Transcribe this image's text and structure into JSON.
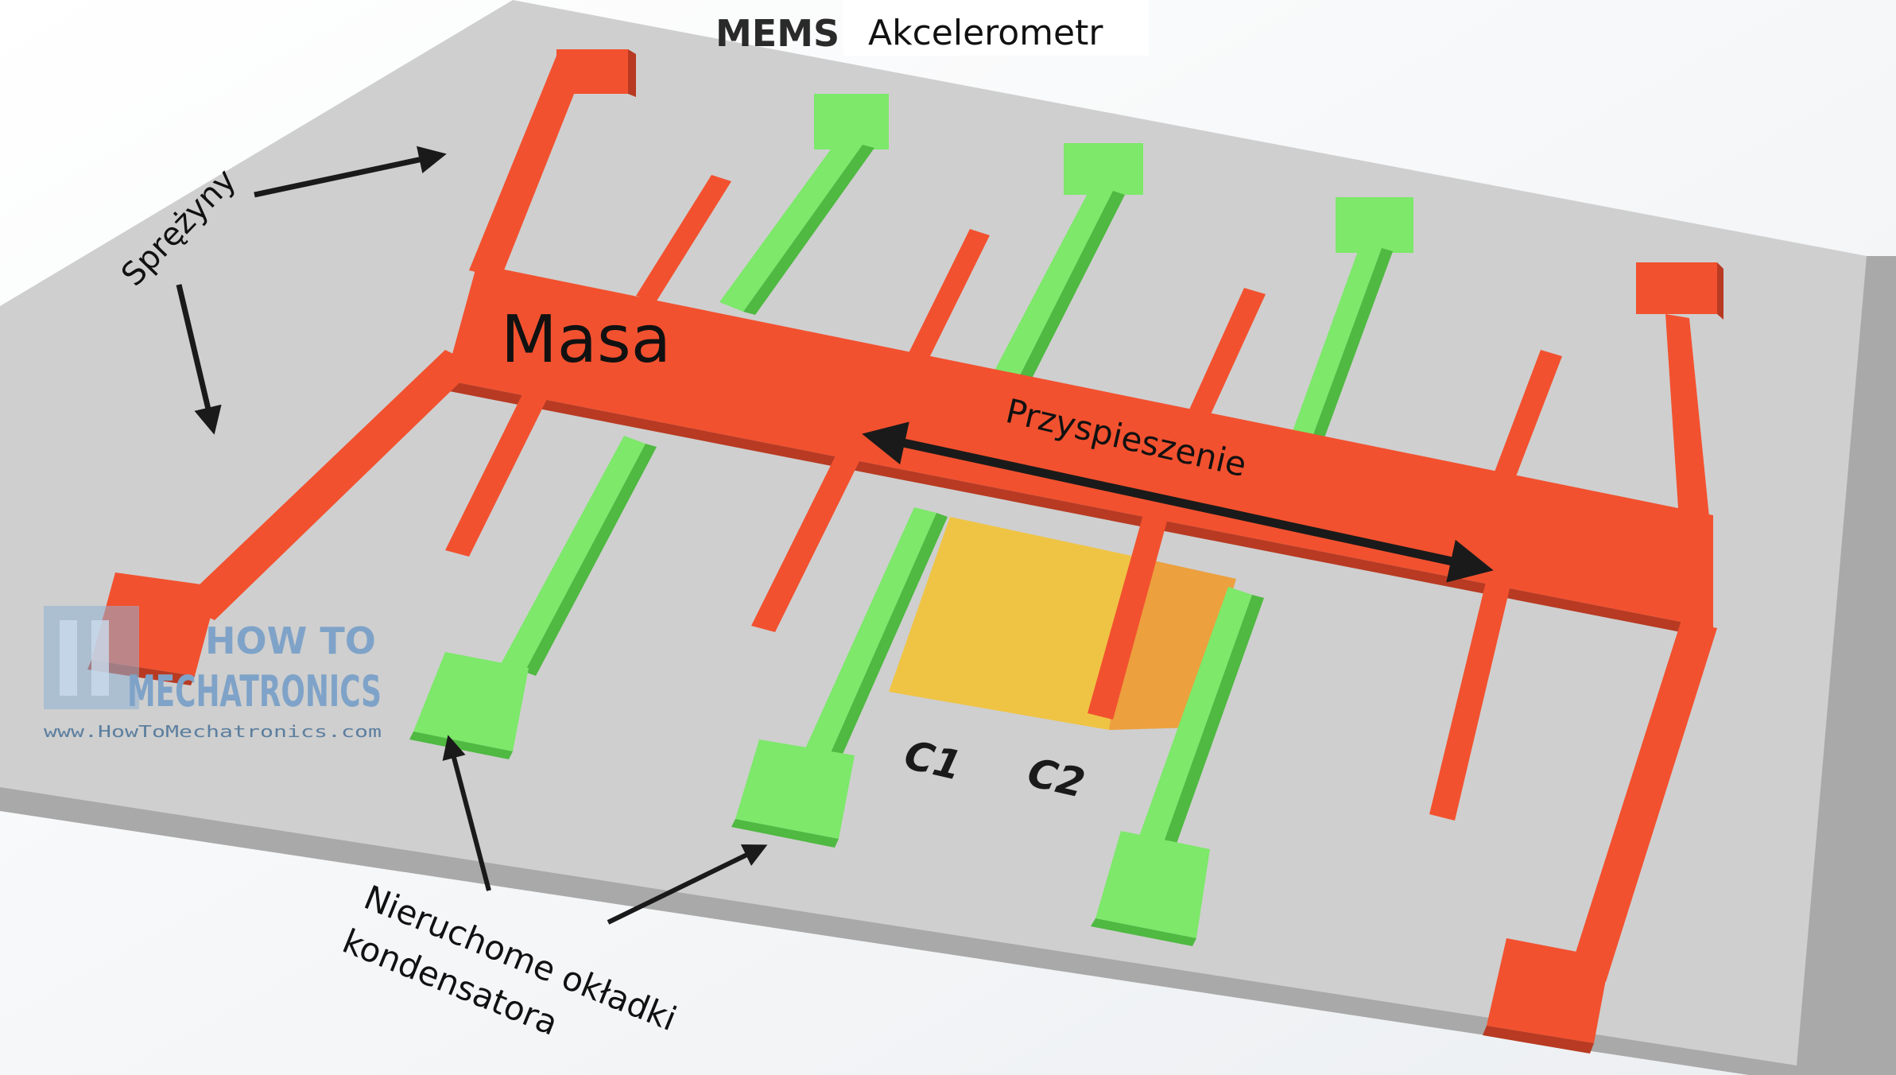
{
  "title": {
    "bold": "MEMS",
    "rest": "Akcelerometr"
  },
  "labels": {
    "mass": "Masa",
    "springs": "Sprężyny",
    "acceleration": "Przyspieszenie",
    "fixed_plates_line1": "Nieruchome okładki",
    "fixed_plates_line2": "kondensatora",
    "c1": "C1",
    "c2": "C2"
  },
  "watermark": {
    "line1": "HOW TO",
    "line2": "MECHATRONICS",
    "url": "www.HowToMechatronics.com"
  },
  "colors": {
    "moving_mass": "#f2512f",
    "fixed_plates": "#7de86a",
    "substrate": "#cfcfcf",
    "capacitor_c1": "#f4c22b",
    "capacitor_c2": "#ee9a2e",
    "arrow": "#1a1a1a"
  }
}
